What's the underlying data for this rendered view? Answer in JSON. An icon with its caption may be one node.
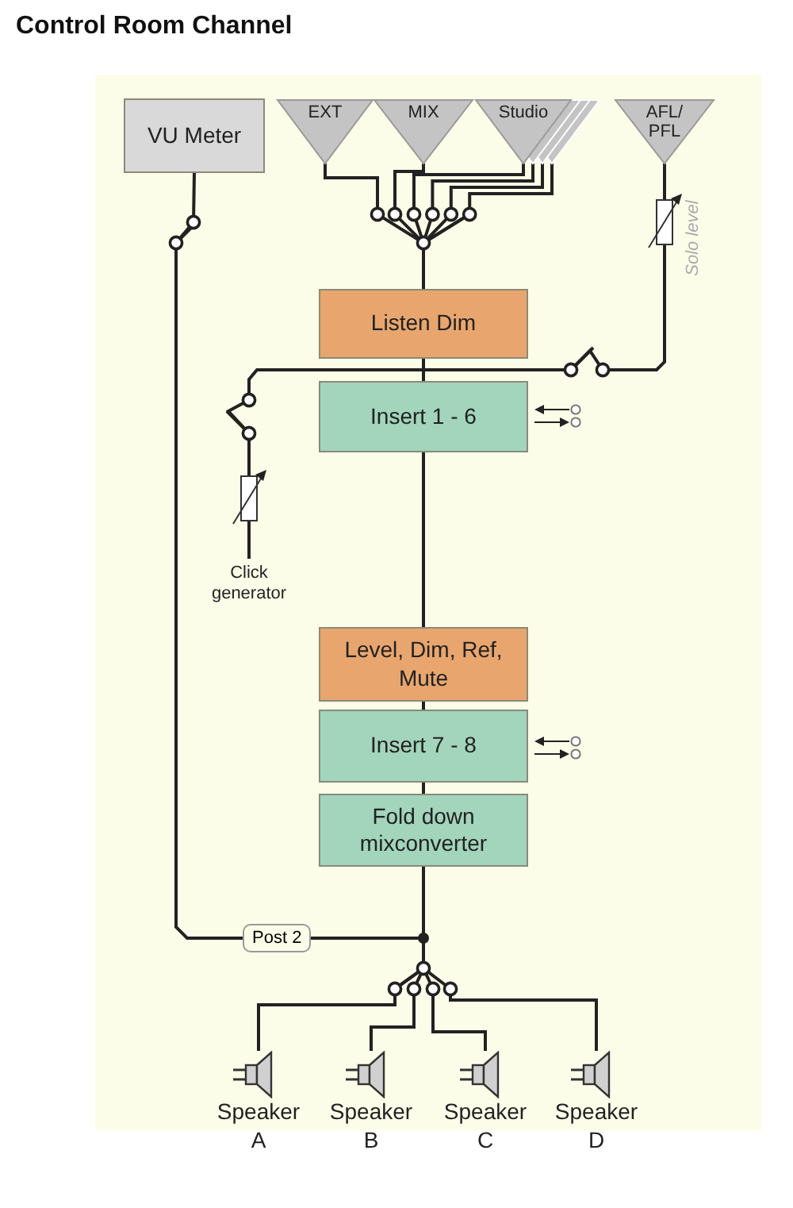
{
  "diagram": {
    "title": "Control Room Channel",
    "nodes": [
      {
        "text": [
          "VU Meter"
        ]
      },
      {
        "text": [
          "EXT"
        ]
      },
      {
        "text": [
          "MIX"
        ]
      },
      {
        "text": [
          "Studio"
        ]
      },
      {
        "text": [
          "AFL/ PFL"
        ]
      },
      {
        "text": [
          "Listen Dim"
        ]
      },
      {
        "text": [
          "Insert 1 - 6"
        ]
      },
      {
        "text": [
          "Level, Dim, Ref, Mute"
        ]
      },
      {
        "text": [
          "Insert 7 - 8"
        ]
      },
      {
        "text": [
          "Fold down mixconverter"
        ]
      },
      {
        "text": [
          "Speaker A"
        ]
      },
      {
        "text": [
          "Speaker B"
        ]
      },
      {
        "text": [
          "Speaker C"
        ]
      },
      {
        "text": [
          "Speaker D"
        ]
      },
      {
        "text": [
          "Click generator"
        ]
      }
    ],
    "edges": [
      {
        "from": 1,
        "to": 5,
        "arrow": "none"
      },
      {
        "from": 2,
        "to": 5,
        "arrow": "none"
      },
      {
        "from": 3,
        "to": 5,
        "arrow": "none"
      },
      {
        "from": 3,
        "to": 5,
        "arrow": "none"
      },
      {
        "from": 3,
        "to": 5,
        "arrow": "none"
      },
      {
        "from": 3,
        "to": 5,
        "arrow": "none"
      },
      {
        "from": 4,
        "to": 6,
        "arrow": "none"
      },
      {
        "from": 14,
        "to": 6,
        "arrow": "none"
      },
      {
        "from": 5,
        "to": 6,
        "arrow": "none"
      },
      {
        "from": 6,
        "to": 7,
        "arrow": "none"
      },
      {
        "from": 7,
        "to": 8,
        "arrow": "none"
      },
      {
        "from": 8,
        "to": 9,
        "arrow": "none"
      },
      {
        "from": 9,
        "to": 0,
        "arrow": "none",
        "label": "Post 2"
      },
      {
        "from": 9,
        "to": 10,
        "arrow": "none"
      },
      {
        "from": 9,
        "to": 11,
        "arrow": "none"
      },
      {
        "from": 9,
        "to": 12,
        "arrow": "none"
      },
      {
        "from": 9,
        "to": 13,
        "arrow": "none"
      }
    ],
    "labels": [
      "Solo level"
    ]
  }
}
